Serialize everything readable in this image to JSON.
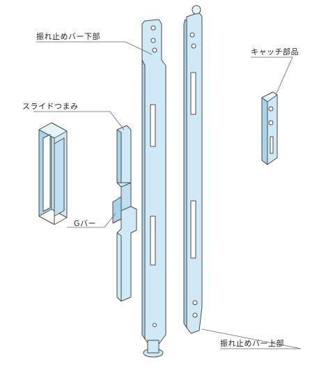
{
  "labels": {
    "lower_bar": "振れ止めバー下部",
    "catch_part": "キャッチ部品",
    "slide_knob": "スライドつまみ",
    "g_bar": "Gバー",
    "upper_bar": "振れ止めバー上部"
  },
  "colors": {
    "part_fill": "#cfe9f6",
    "part_shade": "#a9d3ea",
    "part_stroke": "#4a4a4a",
    "leader": "#666666"
  }
}
